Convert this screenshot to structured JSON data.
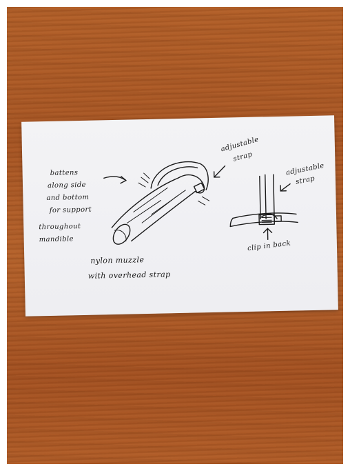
{
  "notes": {
    "battens_1": "battens",
    "battens_2": "along side",
    "battens_3": "and bottom",
    "battens_4": "for support",
    "battens_5": "throughout",
    "battens_6": "mandible",
    "adjustable_1_a": "adjustable",
    "adjustable_1_b": "strap",
    "adjustable_2_a": "adjustable",
    "adjustable_2_b": "strap",
    "clip": "clip in back",
    "caption_1": "nylon muzzle",
    "caption_2": "with overhead strap"
  },
  "colors": {
    "wood": "#ad5a26",
    "paper": "#f1f1f4",
    "ink": "#1a1a1a"
  }
}
